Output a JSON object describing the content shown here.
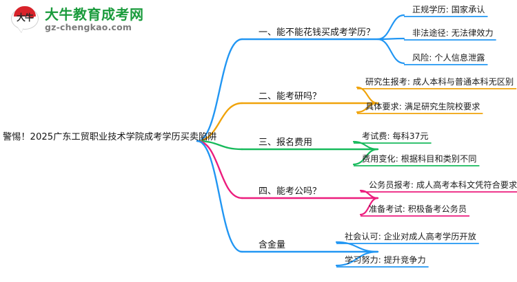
{
  "logo": {
    "name_cn": "大牛教育成考网",
    "domain": "gz-chengkao.com",
    "mark_text": "大牛",
    "brand_color": "#1a9b3c",
    "mark_color": "#d8232a"
  },
  "mindmap": {
    "root": {
      "label": "警惕！2025广东工贸职业技术学院成考学历买卖陷阱"
    },
    "branches": [
      {
        "label": "一、能不能花钱买成考学历？",
        "color": "#2196f3",
        "children": [
          {
            "label": "正规学历: 国家承认"
          },
          {
            "label": "非法途径: 无法律效力"
          },
          {
            "label": "风险: 个人信息泄露"
          }
        ]
      },
      {
        "label": "二、能考研吗？",
        "color": "#f0a30a",
        "children": [
          {
            "label": "研究生报考: 成人本科与普通本科无区别"
          },
          {
            "label": "具体要求: 满足研究生院校要求"
          }
        ]
      },
      {
        "label": "三、报名费用",
        "color": "#17ba5b",
        "children": [
          {
            "label": "考试费: 每科37元"
          },
          {
            "label": "费用变化: 根据科目和类别不同"
          }
        ]
      },
      {
        "label": "四、能考公吗？",
        "color": "#ec1c7d",
        "children": [
          {
            "label": "公务员报考: 成人高考本科文凭符合要求"
          },
          {
            "label": "准备考试: 积极备考公务员"
          }
        ]
      },
      {
        "label": "含金量",
        "color": "#2196f3",
        "children": [
          {
            "label": "社会认可: 企业对成人高考学历开放"
          },
          {
            "label": "学习努力: 提升竞争力"
          }
        ]
      }
    ]
  }
}
